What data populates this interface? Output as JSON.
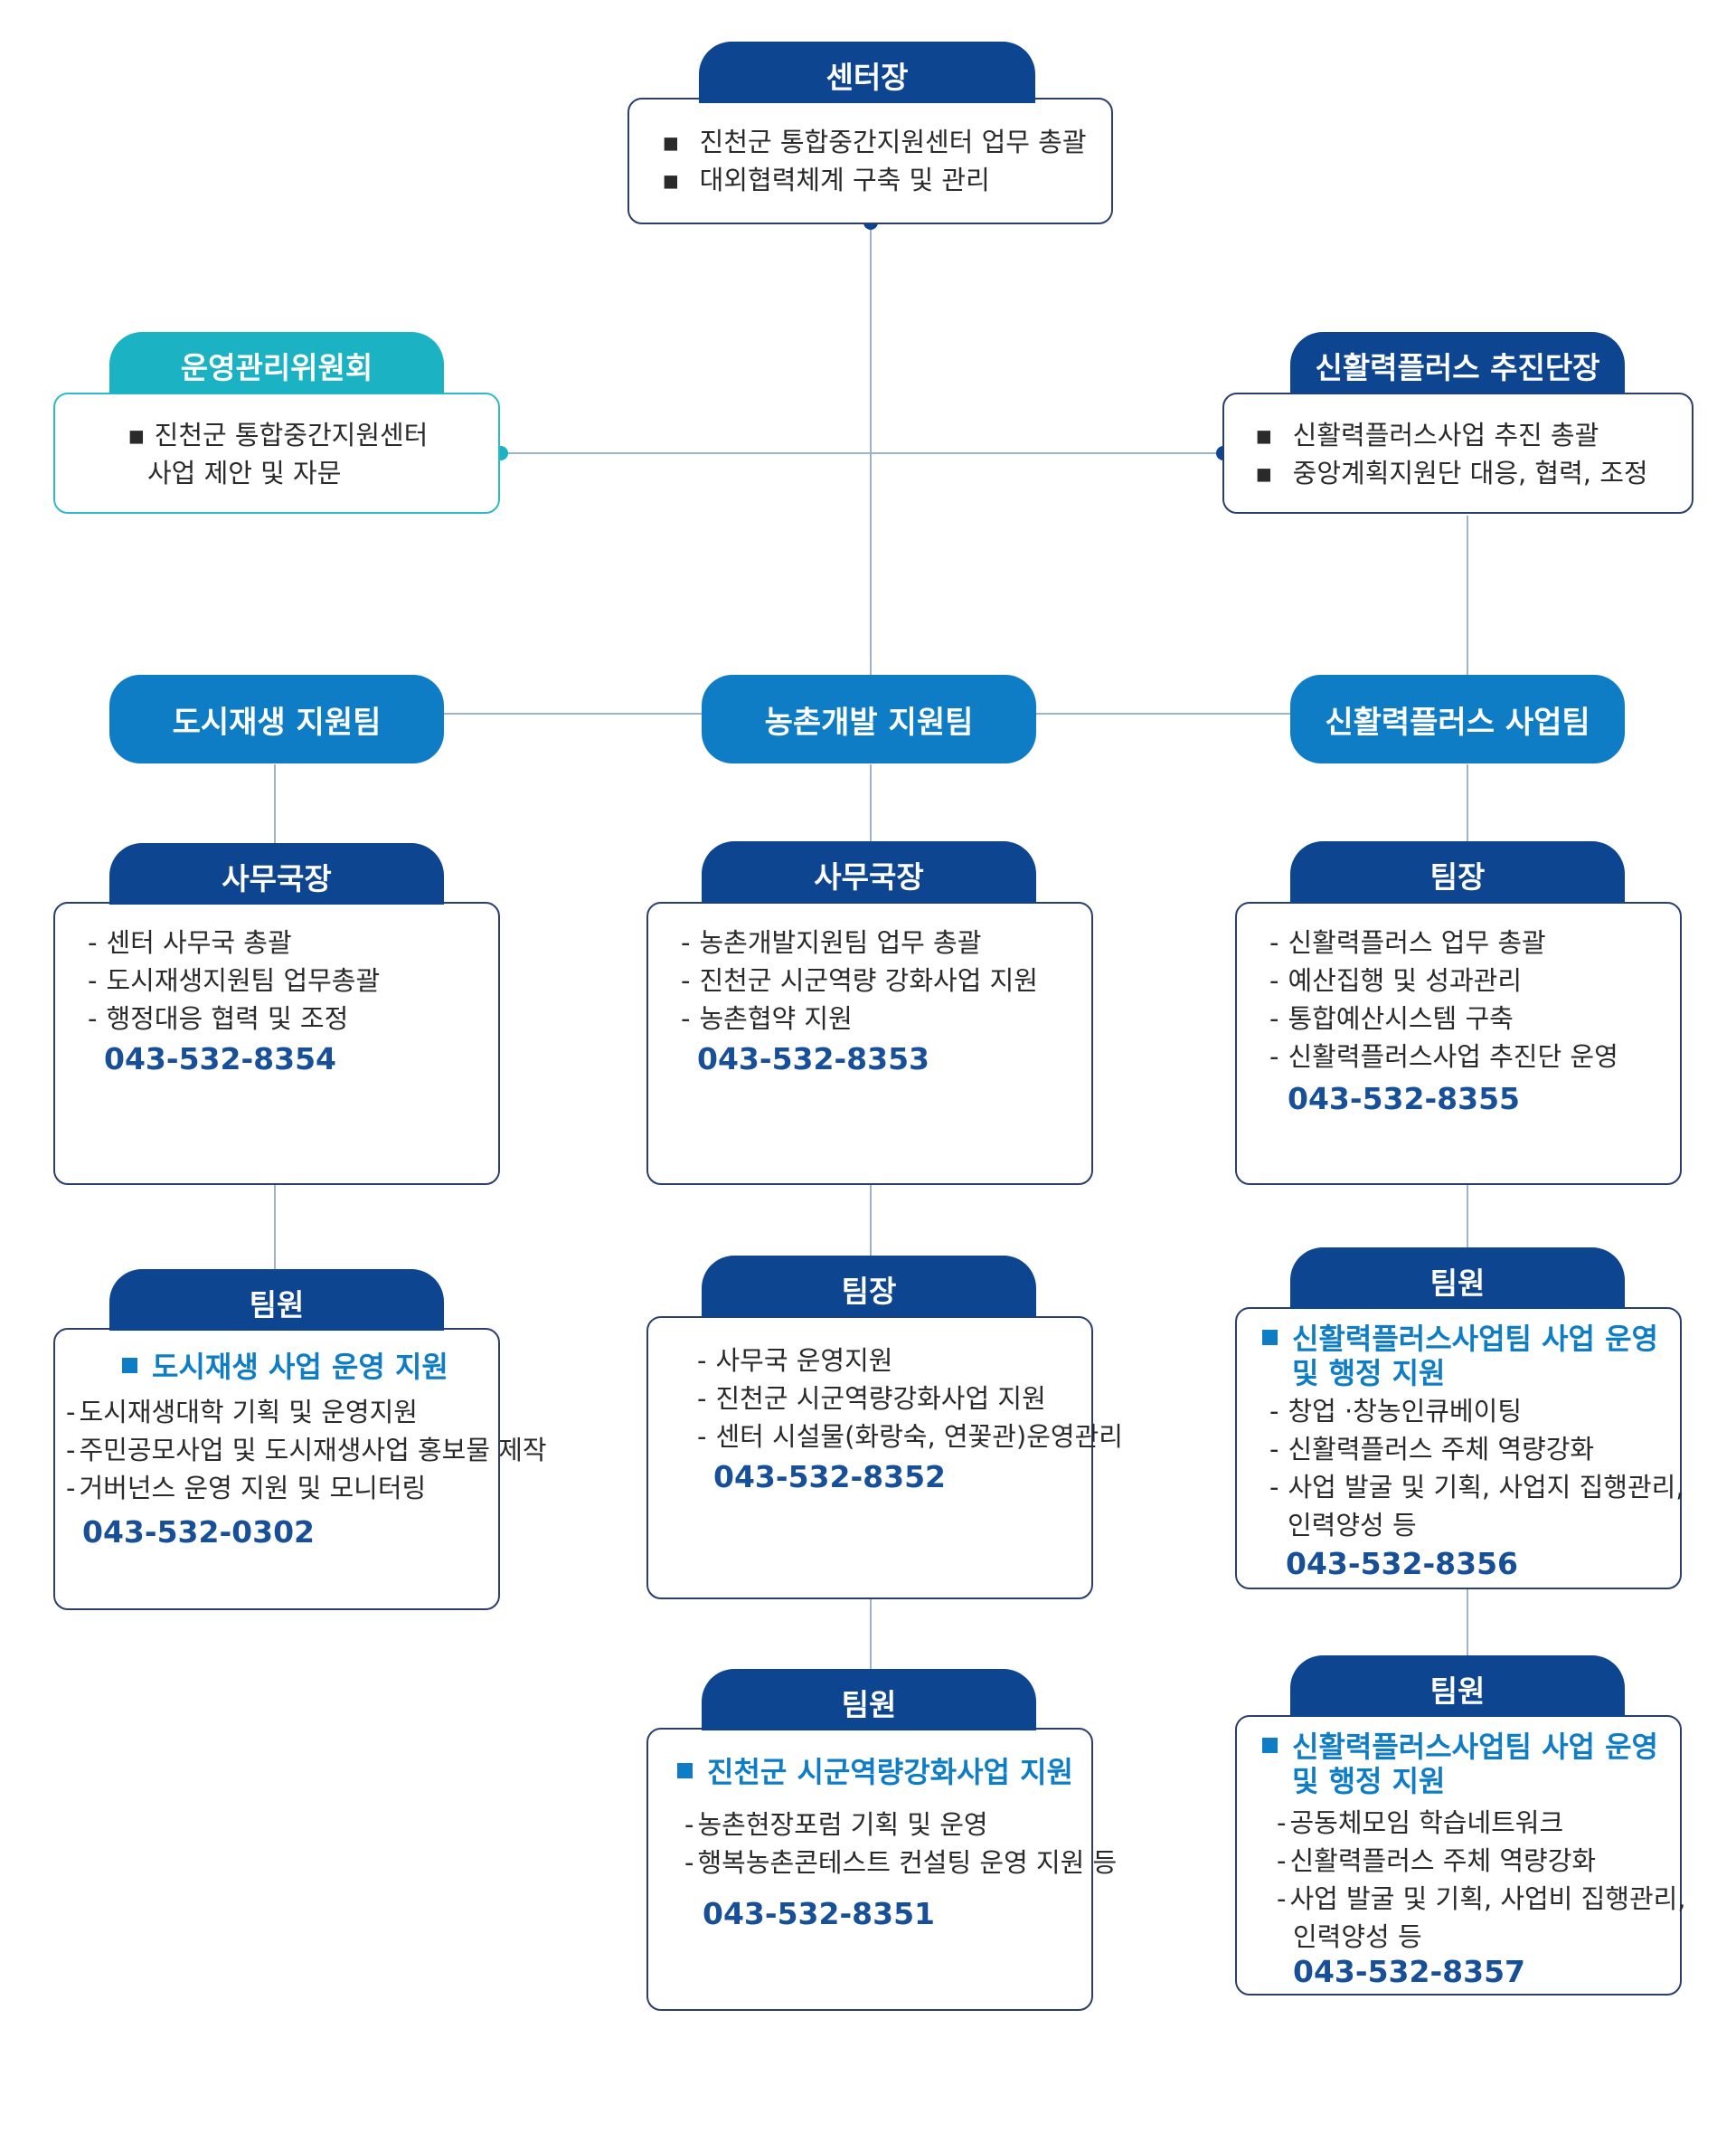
{
  "colors": {
    "navy": "#0d4591",
    "teal": "#1bb3c3",
    "blue": "#0f7dc6",
    "phone": "#174f98",
    "line": "#9fb3c8"
  },
  "director": {
    "title": "센터장",
    "items": [
      "진천군 통합중간지원센터 업무 총괄",
      "대외협력체계 구축 및 관리"
    ]
  },
  "committee": {
    "title": "운영관리위원회",
    "items": [
      "진천군 통합중간지원센터",
      "사업 제안 및 자문"
    ]
  },
  "plus_head": {
    "title": "신활력플러스 추진단장",
    "items": [
      "신활력플러스사업 추진 총괄",
      "중앙계획지원단 대응, 협력, 조정"
    ]
  },
  "teams": [
    "도시재생 지원팀",
    "농촌개발 지원팀",
    "신활력플러스 사업팀"
  ],
  "urban_secretary": {
    "title": "사무국장",
    "items": [
      "센터 사무국 총괄",
      "도시재생지원팀 업무총괄",
      "행정대응 협력 및 조정"
    ],
    "phone": "043-532-8354"
  },
  "urban_member": {
    "title": "팀원",
    "heading": "도시재생 사업 운영 지원",
    "items": [
      "도시재생대학 기획 및 운영지원",
      "주민공모사업 및 도시재생사업 홍보물 제작",
      "거버넌스 운영 지원 및 모니터링"
    ],
    "phone": "043-532-0302"
  },
  "rural_secretary": {
    "title": "사무국장",
    "items": [
      "농촌개발지원팀 업무 총괄",
      "진천군 시군역량 강화사업 지원",
      "농촌협약 지원"
    ],
    "phone": "043-532-8353"
  },
  "rural_leader": {
    "title": "팀장",
    "items": [
      "사무국 운영지원",
      "진천군 시군역량강화사업 지원",
      "센터 시설물(화랑숙, 연꽃관)운영관리"
    ],
    "phone": "043-532-8352"
  },
  "rural_member": {
    "title": "팀원",
    "heading": "진천군 시군역량강화사업 지원",
    "items": [
      "농촌현장포럼 기획 및 운영",
      "행복농촌콘테스트 컨설팅 운영 지원 등"
    ],
    "phone": "043-532-8351"
  },
  "plus_leader": {
    "title": "팀장",
    "items": [
      "신활력플러스 업무 총괄",
      "예산집행 및 성과관리",
      "통합예산시스템 구축",
      "신활력플러스사업 추진단 운영"
    ],
    "phone": "043-532-8355"
  },
  "plus_member1": {
    "title": "팀원",
    "heading1": "신활력플러스사업팀 사업 운영",
    "heading2": "및 행정 지원",
    "items": [
      "창업 ·창농인큐베이팅",
      "신활력플러스 주체 역량강화",
      "사업 발굴 및 기획, 사업지 집행관리,"
    ],
    "item_cont": "인력양성 등",
    "phone": "043-532-8356"
  },
  "plus_member2": {
    "title": "팀원",
    "heading1": "신활력플러스사업팀 사업 운영",
    "heading2": "및 행정 지원",
    "items": [
      "공동체모임 학습네트워크",
      "신활력플러스 주체 역량강화",
      "사업 발굴 및 기획, 사업비 집행관리,"
    ],
    "item_cont": "인력양성 등",
    "phone": "043-532-8357"
  },
  "markers": {
    "bullet": "▪",
    "dash": "-"
  }
}
